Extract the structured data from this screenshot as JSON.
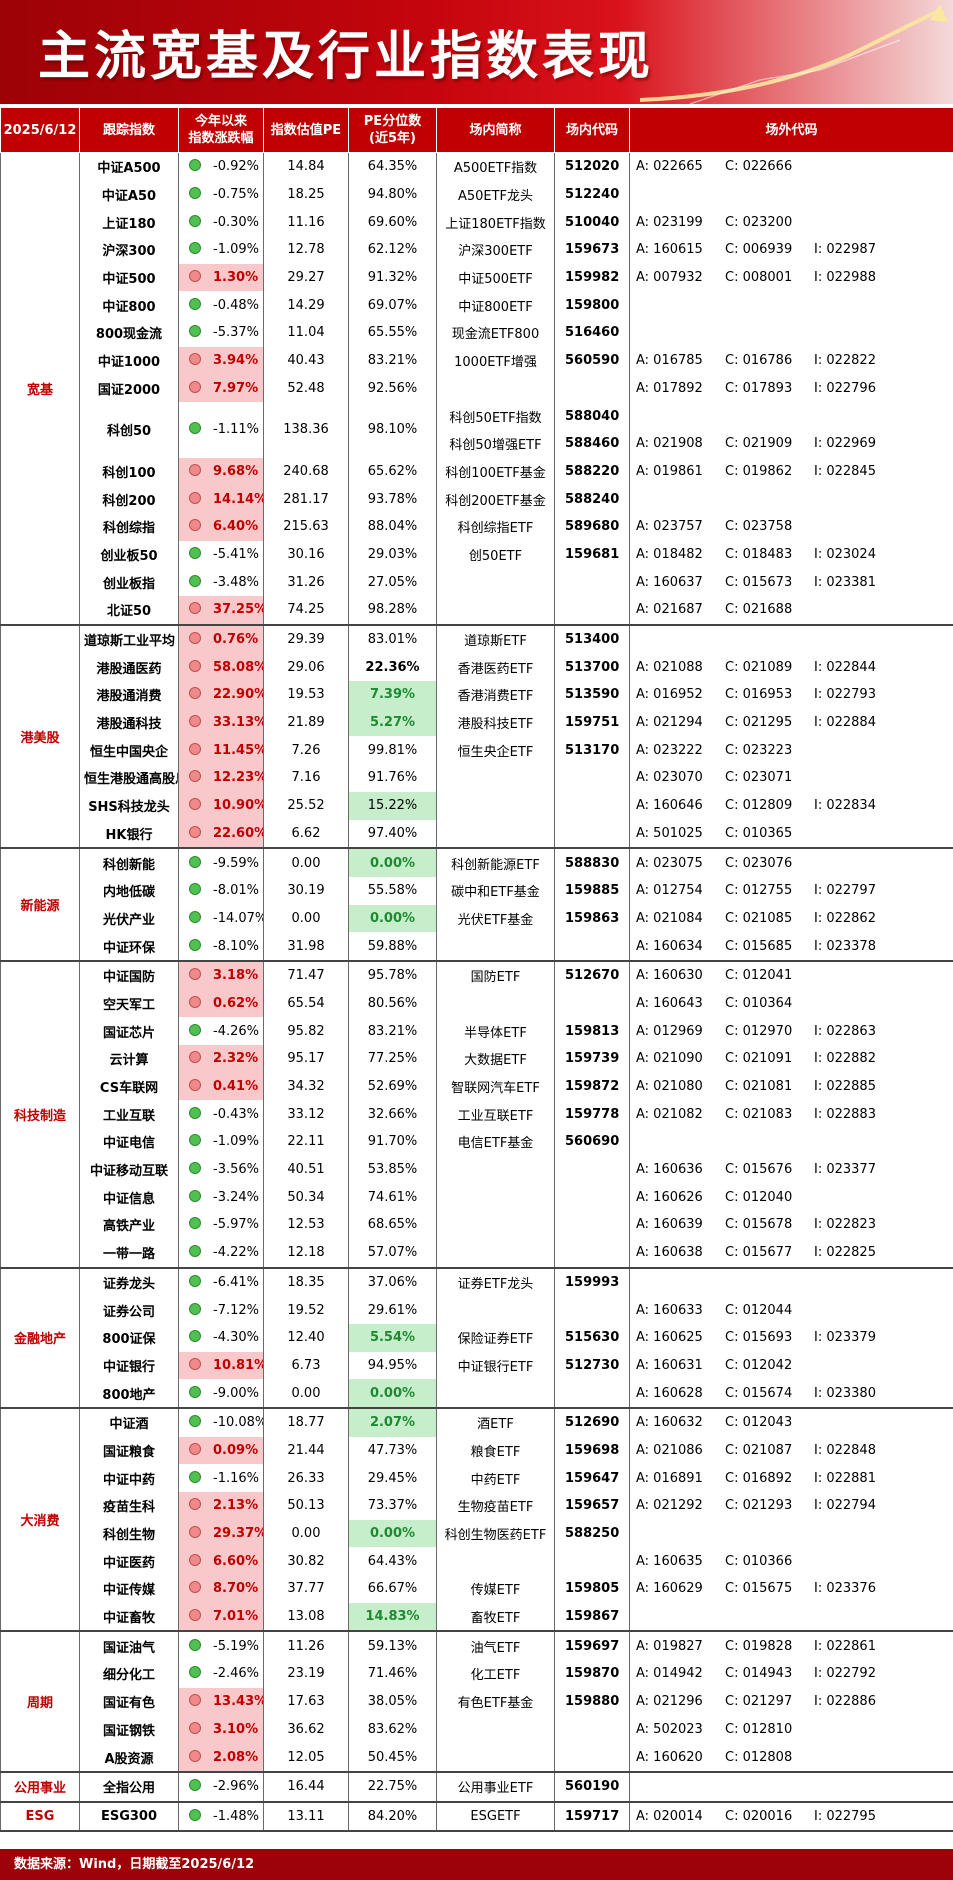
{
  "title": "主流宽基及行业指数表现",
  "headers": [
    "2025/6/12",
    "跟踪指数",
    "今年以来\n指数涨跌幅",
    "指数估值PE",
    "PE分位数\n(近5年)",
    "场内简称",
    "场内代码",
    "场外代码"
  ],
  "groups": [
    {
      "category": "宽基",
      "rows": [
        {
          "name": "中证A500",
          "chg": "-0.92%",
          "pe": "14.84",
          "pct": "64.35%",
          "etf": "A500ETF指数",
          "code": "512020",
          "otc": {
            "a": "A: 022665",
            "c": "C: 022666",
            "i": ""
          }
        },
        {
          "name": "中证A50",
          "chg": "-0.75%",
          "pe": "18.25",
          "pct": "94.80%",
          "etf": "A50ETF龙头",
          "code": "512240",
          "otc": {
            "a": "",
            "c": "",
            "i": ""
          }
        },
        {
          "name": "上证180",
          "chg": "-0.30%",
          "pe": "11.16",
          "pct": "69.60%",
          "etf": "上证180ETF指数",
          "code": "510040",
          "otc": {
            "a": "A: 023199",
            "c": "C: 023200",
            "i": ""
          }
        },
        {
          "name": "沪深300",
          "chg": "-1.09%",
          "pe": "12.78",
          "pct": "62.12%",
          "etf": "沪深300ETF",
          "code": "159673",
          "otc": {
            "a": "A: 160615",
            "c": "C: 006939",
            "i": "I: 022987"
          }
        },
        {
          "name": "中证500",
          "chg": "1.30%",
          "pe": "29.27",
          "pct": "91.32%",
          "etf": "中证500ETF",
          "code": "159982",
          "otc": {
            "a": "A: 007932",
            "c": "C: 008001",
            "i": "I: 022988"
          }
        },
        {
          "name": "中证800",
          "chg": "-0.48%",
          "pe": "14.29",
          "pct": "69.07%",
          "etf": "中证800ETF",
          "code": "159800",
          "otc": {
            "a": "",
            "c": "",
            "i": ""
          }
        },
        {
          "name": "800现金流",
          "chg": "-5.37%",
          "pe": "11.04",
          "pct": "65.55%",
          "etf": "现金流ETF800",
          "code": "516460",
          "otc": {
            "a": "",
            "c": "",
            "i": ""
          }
        },
        {
          "name": "中证1000",
          "chg": "3.94%",
          "pe": "40.43",
          "pct": "83.21%",
          "etf": "1000ETF增强",
          "code": "560590",
          "otc": {
            "a": "A: 016785",
            "c": "C: 016786",
            "i": "I: 022822"
          }
        },
        {
          "name": "国证2000",
          "chg": "7.97%",
          "pe": "52.48",
          "pct": "92.56%",
          "etf": "",
          "code": "",
          "otc": {
            "a": "A: 017892",
            "c": "C: 017893",
            "i": "I: 022796"
          }
        },
        {
          "name": "科创50",
          "chg": "-1.11%",
          "pe": "138.36",
          "pct": "98.10%",
          "etf": "科创50ETF指数",
          "code": "588040",
          "etf2": "科创50增强ETF",
          "code2": "588460",
          "otc": {
            "a": "A: 021908",
            "c": "C: 021909",
            "i": "I: 022969"
          }
        },
        {
          "name": "科创100",
          "chg": "9.68%",
          "pe": "240.68",
          "pct": "65.62%",
          "etf": "科创100ETF基金",
          "code": "588220",
          "otc": {
            "a": "A: 019861",
            "c": "C: 019862",
            "i": "I: 022845"
          }
        },
        {
          "name": "科创200",
          "chg": "14.14%",
          "pe": "281.17",
          "pct": "93.78%",
          "etf": "科创200ETF基金",
          "code": "588240",
          "otc": {
            "a": "",
            "c": "",
            "i": ""
          }
        },
        {
          "name": "科创综指",
          "chg": "6.40%",
          "pe": "215.63",
          "pct": "88.04%",
          "etf": "科创综指ETF",
          "code": "589680",
          "otc": {
            "a": "A: 023757",
            "c": "C: 023758",
            "i": ""
          }
        },
        {
          "name": "创业板50",
          "chg": "-5.41%",
          "pe": "30.16",
          "pct": "29.03%",
          "etf": "创50ETF",
          "code": "159681",
          "otc": {
            "a": "A: 018482",
            "c": "C: 018483",
            "i": "I: 023024"
          }
        },
        {
          "name": "创业板指",
          "chg": "-3.48%",
          "pe": "31.26",
          "pct": "27.05%",
          "etf": "",
          "code": "",
          "otc": {
            "a": "A: 160637",
            "c": "C: 015673",
            "i": "I: 023381"
          }
        },
        {
          "name": "北证50",
          "chg": "37.25%",
          "pe": "74.25",
          "pct": "98.28%",
          "etf": "",
          "code": "",
          "otc": {
            "a": "A: 021687",
            "c": "C: 021688",
            "i": ""
          }
        }
      ]
    },
    {
      "category": "港美股",
      "rows": [
        {
          "name": "道琼斯工业平均",
          "chg": "0.76%",
          "pe": "29.39",
          "pct": "83.01%",
          "etf": "道琼斯ETF",
          "code": "513400",
          "otc": {
            "a": "",
            "c": "",
            "i": ""
          }
        },
        {
          "name": "港股通医药",
          "chg": "58.08%",
          "pe": "29.06",
          "pct": "22.36%",
          "pctStyle": "b",
          "etf": "香港医药ETF",
          "code": "513700",
          "otc": {
            "a": "A: 021088",
            "c": "C: 021089",
            "i": "I: 022844"
          }
        },
        {
          "name": "港股通消费",
          "chg": "22.90%",
          "pe": "19.53",
          "pct": "7.39%",
          "pctStyle": "low",
          "etf": "香港消费ETF",
          "code": "513590",
          "otc": {
            "a": "A: 016952",
            "c": "C: 016953",
            "i": "I: 022793"
          }
        },
        {
          "name": "港股通科技",
          "chg": "33.13%",
          "pe": "21.89",
          "pct": "5.27%",
          "pctStyle": "low",
          "etf": "港股科技ETF",
          "code": "159751",
          "otc": {
            "a": "A: 021294",
            "c": "C: 021295",
            "i": "I: 022884"
          }
        },
        {
          "name": "恒生中国央企",
          "chg": "11.45%",
          "pe": "7.26",
          "pct": "99.81%",
          "etf": "恒生央企ETF",
          "code": "513170",
          "otc": {
            "a": "A: 023222",
            "c": "C: 023223",
            "i": ""
          }
        },
        {
          "name": "恒生港股通高股息",
          "chg": "12.23%",
          "pe": "7.16",
          "pct": "91.76%",
          "etf": "",
          "code": "",
          "otc": {
            "a": "A: 023070",
            "c": "C: 023071",
            "i": ""
          }
        },
        {
          "name": "SHS科技龙头",
          "chg": "10.90%",
          "pe": "25.52",
          "pct": "15.22%",
          "pctStyle": "lowplain",
          "etf": "",
          "code": "",
          "otc": {
            "a": "A: 160646",
            "c": "C: 012809",
            "i": "I: 022834"
          }
        },
        {
          "name": "HK银行",
          "chg": "22.60%",
          "pe": "6.62",
          "pct": "97.40%",
          "etf": "",
          "code": "",
          "otc": {
            "a": "A: 501025",
            "c": "C: 010365",
            "i": ""
          }
        }
      ]
    },
    {
      "category": "新能源",
      "rows": [
        {
          "name": "科创新能",
          "chg": "-9.59%",
          "pe": "0.00",
          "pct": "0.00%",
          "pctStyle": "low",
          "etf": "科创新能源ETF",
          "code": "588830",
          "otc": {
            "a": "A: 023075",
            "c": "C: 023076",
            "i": ""
          }
        },
        {
          "name": "内地低碳",
          "chg": "-8.01%",
          "pe": "30.19",
          "pct": "55.58%",
          "etf": "碳中和ETF基金",
          "code": "159885",
          "otc": {
            "a": "A: 012754",
            "c": "C: 012755",
            "i": "I: 022797"
          }
        },
        {
          "name": "光伏产业",
          "chg": "-14.07%",
          "pe": "0.00",
          "pct": "0.00%",
          "pctStyle": "low",
          "etf": "光伏ETF基金",
          "code": "159863",
          "otc": {
            "a": "A: 021084",
            "c": "C: 021085",
            "i": "I: 022862"
          }
        },
        {
          "name": "中证环保",
          "chg": "-8.10%",
          "pe": "31.98",
          "pct": "59.88%",
          "etf": "",
          "code": "",
          "otc": {
            "a": "A: 160634",
            "c": "C: 015685",
            "i": "I: 023378"
          }
        }
      ]
    },
    {
      "category": "科技制造",
      "rows": [
        {
          "name": "中证国防",
          "chg": "3.18%",
          "pe": "71.47",
          "pct": "95.78%",
          "etf": "国防ETF",
          "code": "512670",
          "otc": {
            "a": "A: 160630",
            "c": "C: 012041",
            "i": ""
          }
        },
        {
          "name": "空天军工",
          "chg": "0.62%",
          "pe": "65.54",
          "pct": "80.56%",
          "etf": "",
          "code": "",
          "otc": {
            "a": "A: 160643",
            "c": "C: 010364",
            "i": ""
          }
        },
        {
          "name": "国证芯片",
          "chg": "-4.26%",
          "pe": "95.82",
          "pct": "83.21%",
          "etf": "半导体ETF",
          "code": "159813",
          "otc": {
            "a": "A: 012969",
            "c": "C: 012970",
            "i": "I: 022863"
          }
        },
        {
          "name": "云计算",
          "chg": "2.32%",
          "pe": "95.17",
          "pct": "77.25%",
          "etf": "大数据ETF",
          "code": "159739",
          "otc": {
            "a": "A: 021090",
            "c": "C: 021091",
            "i": "I: 022882"
          }
        },
        {
          "name": "CS车联网",
          "chg": "0.41%",
          "pe": "34.32",
          "pct": "52.69%",
          "etf": "智联网汽车ETF",
          "code": "159872",
          "otc": {
            "a": "A: 021080",
            "c": "C: 021081",
            "i": "I: 022885"
          }
        },
        {
          "name": "工业互联",
          "chg": "-0.43%",
          "pe": "33.12",
          "pct": "32.66%",
          "etf": "工业互联ETF",
          "code": "159778",
          "otc": {
            "a": "A: 021082",
            "c": "C: 021083",
            "i": "I: 022883"
          }
        },
        {
          "name": "中证电信",
          "chg": "-1.09%",
          "pe": "22.11",
          "pct": "91.70%",
          "etf": "电信ETF基金",
          "code": "560690",
          "otc": {
            "a": "",
            "c": "",
            "i": ""
          }
        },
        {
          "name": "中证移动互联",
          "chg": "-3.56%",
          "pe": "40.51",
          "pct": "53.85%",
          "etf": "",
          "code": "",
          "otc": {
            "a": "A: 160636",
            "c": "C: 015676",
            "i": "I: 023377"
          }
        },
        {
          "name": "中证信息",
          "chg": "-3.24%",
          "pe": "50.34",
          "pct": "74.61%",
          "etf": "",
          "code": "",
          "otc": {
            "a": "A: 160626",
            "c": "C: 012040",
            "i": ""
          }
        },
        {
          "name": "高铁产业",
          "chg": "-5.97%",
          "pe": "12.53",
          "pct": "68.65%",
          "etf": "",
          "code": "",
          "otc": {
            "a": "A: 160639",
            "c": "C: 015678",
            "i": "I: 022823"
          }
        },
        {
          "name": "一带一路",
          "chg": "-4.22%",
          "pe": "12.18",
          "pct": "57.07%",
          "etf": "",
          "code": "",
          "otc": {
            "a": "A: 160638",
            "c": "C: 015677",
            "i": "I: 022825"
          }
        }
      ]
    },
    {
      "category": "金融地产",
      "rows": [
        {
          "name": "证券龙头",
          "chg": "-6.41%",
          "pe": "18.35",
          "pct": "37.06%",
          "etf": "证券ETF龙头",
          "code": "159993",
          "otc": {
            "a": "",
            "c": "",
            "i": ""
          }
        },
        {
          "name": "证券公司",
          "chg": "-7.12%",
          "pe": "19.52",
          "pct": "29.61%",
          "etf": "",
          "code": "",
          "otc": {
            "a": "A: 160633",
            "c": "C: 012044",
            "i": ""
          }
        },
        {
          "name": "800证保",
          "chg": "-4.30%",
          "pe": "12.40",
          "pct": "5.54%",
          "pctStyle": "low",
          "etf": "保险证券ETF",
          "code": "515630",
          "otc": {
            "a": "A: 160625",
            "c": "C: 015693",
            "i": "I: 023379"
          }
        },
        {
          "name": "中证银行",
          "chg": "10.81%",
          "pe": "6.73",
          "pct": "94.95%",
          "etf": "中证银行ETF",
          "code": "512730",
          "otc": {
            "a": "A: 160631",
            "c": "C: 012042",
            "i": ""
          }
        },
        {
          "name": "800地产",
          "chg": "-9.00%",
          "pe": "0.00",
          "pct": "0.00%",
          "pctStyle": "low",
          "etf": "",
          "code": "",
          "otc": {
            "a": "A: 160628",
            "c": "C: 015674",
            "i": "I: 023380"
          }
        }
      ]
    },
    {
      "category": "大消费",
      "rows": [
        {
          "name": "中证酒",
          "chg": "-10.08%",
          "pe": "18.77",
          "pct": "2.07%",
          "pctStyle": "low",
          "etf": "酒ETF",
          "code": "512690",
          "otc": {
            "a": "A: 160632",
            "c": "C: 012043",
            "i": ""
          }
        },
        {
          "name": "国证粮食",
          "chg": "0.09%",
          "pe": "21.44",
          "pct": "47.73%",
          "etf": "粮食ETF",
          "code": "159698",
          "otc": {
            "a": "A: 021086",
            "c": "C: 021087",
            "i": "I: 022848"
          }
        },
        {
          "name": "中证中药",
          "chg": "-1.16%",
          "pe": "26.33",
          "pct": "29.45%",
          "etf": "中药ETF",
          "code": "159647",
          "otc": {
            "a": "A: 016891",
            "c": "C: 016892",
            "i": "I: 022881"
          }
        },
        {
          "name": "疫苗生科",
          "chg": "2.13%",
          "pe": "50.13",
          "pct": "73.37%",
          "etf": "生物疫苗ETF",
          "code": "159657",
          "otc": {
            "a": "A: 021292",
            "c": "C: 021293",
            "i": "I: 022794"
          }
        },
        {
          "name": "科创生物",
          "chg": "29.37%",
          "pe": "0.00",
          "pct": "0.00%",
          "pctStyle": "low",
          "etf": "科创生物医药ETF",
          "code": "588250",
          "otc": {
            "a": "",
            "c": "",
            "i": ""
          }
        },
        {
          "name": "中证医药",
          "chg": "6.60%",
          "pe": "30.82",
          "pct": "64.43%",
          "etf": "",
          "code": "",
          "otc": {
            "a": "A: 160635",
            "c": "C: 010366",
            "i": ""
          }
        },
        {
          "name": "中证传媒",
          "chg": "8.70%",
          "pe": "37.77",
          "pct": "66.67%",
          "etf": "传媒ETF",
          "code": "159805",
          "otc": {
            "a": "A: 160629",
            "c": "C: 015675",
            "i": "I: 023376"
          }
        },
        {
          "name": "中证畜牧",
          "chg": "7.01%",
          "pe": "13.08",
          "pct": "14.83%",
          "pctStyle": "low",
          "etf": "畜牧ETF",
          "code": "159867",
          "otc": {
            "a": "",
            "c": "",
            "i": ""
          }
        }
      ]
    },
    {
      "category": "周期",
      "rows": [
        {
          "name": "国证油气",
          "chg": "-5.19%",
          "pe": "11.26",
          "pct": "59.13%",
          "etf": "油气ETF",
          "code": "159697",
          "otc": {
            "a": "A: 019827",
            "c": "C: 019828",
            "i": "I: 022861"
          }
        },
        {
          "name": "细分化工",
          "chg": "-2.46%",
          "pe": "23.19",
          "pct": "71.46%",
          "etf": "化工ETF",
          "code": "159870",
          "otc": {
            "a": "A: 014942",
            "c": "C: 014943",
            "i": "I: 022792"
          }
        },
        {
          "name": "国证有色",
          "chg": "13.43%",
          "pe": "17.63",
          "pct": "38.05%",
          "etf": "有色ETF基金",
          "code": "159880",
          "otc": {
            "a": "A: 021296",
            "c": "C: 021297",
            "i": "I: 022886"
          }
        },
        {
          "name": "国证钢铁",
          "chg": "3.10%",
          "pe": "36.62",
          "pct": "83.62%",
          "etf": "",
          "code": "",
          "otc": {
            "a": "A: 502023",
            "c": "C: 012810",
            "i": ""
          }
        },
        {
          "name": "A股资源",
          "chg": "2.08%",
          "pe": "12.05",
          "pct": "50.45%",
          "etf": "",
          "code": "",
          "otc": {
            "a": "A: 160620",
            "c": "C: 012808",
            "i": ""
          }
        }
      ]
    },
    {
      "category": "公用事业",
      "rows": [
        {
          "name": "全指公用",
          "chg": "-2.96%",
          "pe": "16.44",
          "pct": "22.75%",
          "etf": "公用事业ETF",
          "code": "560190",
          "otc": {
            "a": "",
            "c": "",
            "i": ""
          }
        }
      ]
    },
    {
      "category": "ESG",
      "rows": [
        {
          "name": "ESG300",
          "chg": "-1.48%",
          "pe": "13.11",
          "pct": "84.20%",
          "etf": "ESGETF",
          "code": "159717",
          "otc": {
            "a": "A: 020014",
            "c": "C: 020016",
            "i": "I: 022795"
          }
        }
      ]
    }
  ],
  "footer": "数据来源：Wind，日期截至2025/6/12",
  "colors": {
    "header_bg": "#c00000",
    "category_text": "#c00000",
    "positive_bg": "#f8c8cb",
    "low_pct_bg": "#c7eecb"
  }
}
